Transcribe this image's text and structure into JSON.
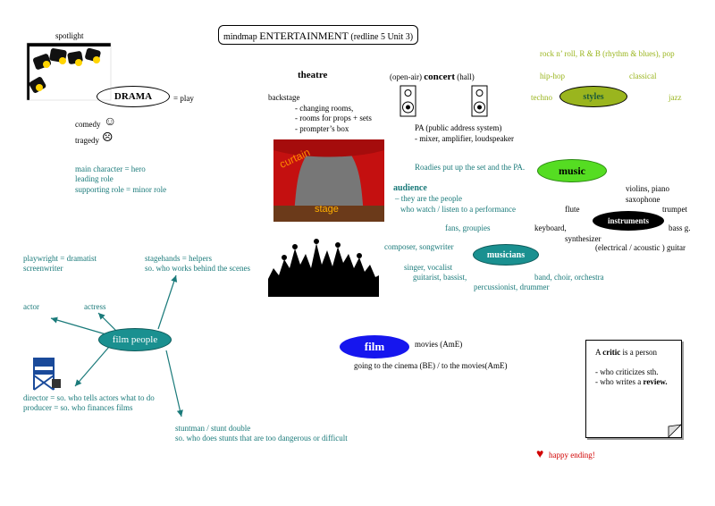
{
  "title": {
    "prefix": "mindmap ",
    "main": "ENTERTAINMENT",
    "suffix": " (redline 5 Unit 3)"
  },
  "spotlight_label": "spotlight",
  "drama": {
    "label": "DRAMA",
    "eq": "= play",
    "comedy": "comedy",
    "tragedy": "tragedy",
    "roles": [
      "main character = hero",
      "leading role",
      "supporting role = minor role"
    ]
  },
  "theatre": {
    "label": "theatre",
    "backstage": "backstage",
    "items": [
      "- changing rooms,",
      "- rooms for props + sets",
      "- prompter’s box"
    ],
    "curtain": "curtain",
    "stage": "stage"
  },
  "concert": {
    "prefix": "(open-air) ",
    "label": "concert",
    "suffix": " (hall)",
    "pa": "PA (public address system)",
    "pa_items": "- mixer, amplifier, loudspeaker",
    "roadies": "Roadies put up the set and the PA."
  },
  "styles": {
    "label": "styles",
    "items": [
      "rock n’ roll,   R & B (rhythm & blues),   pop",
      "hip-hop",
      "classical",
      "techno",
      "jazz"
    ]
  },
  "music": {
    "label": "music"
  },
  "audience": {
    "label": "audience",
    "lines": [
      "– they are the people",
      "who watch / listen to a performance"
    ]
  },
  "instruments": {
    "label": "instruments",
    "violins": "violins,  piano",
    "saxophone": "saxophone",
    "flute": "flute",
    "trumpet": "trumpet",
    "keyboard": "keyboard,",
    "synth": "synthesizer",
    "bass": "bass g.",
    "guitar": "(electrical / acoustic ) guitar"
  },
  "musicians": {
    "label": "musicians",
    "fans": "fans, groupies",
    "composer": "composer, songwriter",
    "singer": "singer, vocalist",
    "guitarist": "guitarist, bassist,",
    "band": "band, choir, orchestra",
    "percussionist": "percussionist, drummer"
  },
  "film_people": {
    "label": "film people",
    "playwright": "playwright = dramatist",
    "screenwriter": "screenwriter",
    "stagehands": "stagehands = helpers",
    "stagehands_def": "so. who works behind the scenes",
    "actor": "actor",
    "actress": "actress",
    "director": "director = so. who tells actors what to do",
    "producer": "producer = so. who finances films",
    "stuntman": "stuntman / stunt double",
    "stuntman_def": "so. who does stunts that are too dangerous or difficult"
  },
  "film": {
    "label": "film",
    "movies": "movies (AmE)",
    "going": "going to the cinema (BE) / to the movies(AmE)"
  },
  "critic": {
    "pre": "A ",
    "word": "critic",
    "post": " is a person",
    "line1": " - who criticizes sth.",
    "line2_pre": "- who writes a ",
    "line2_word": "review."
  },
  "happy_ending": "happy ending!",
  "colors": {
    "teal": "#1a7a7a",
    "olive": "#9ab51e",
    "green_oval": "#55dd22",
    "blue_oval": "#1616ee",
    "dark_teal_oval": "#147a70",
    "red": "#d10000"
  }
}
